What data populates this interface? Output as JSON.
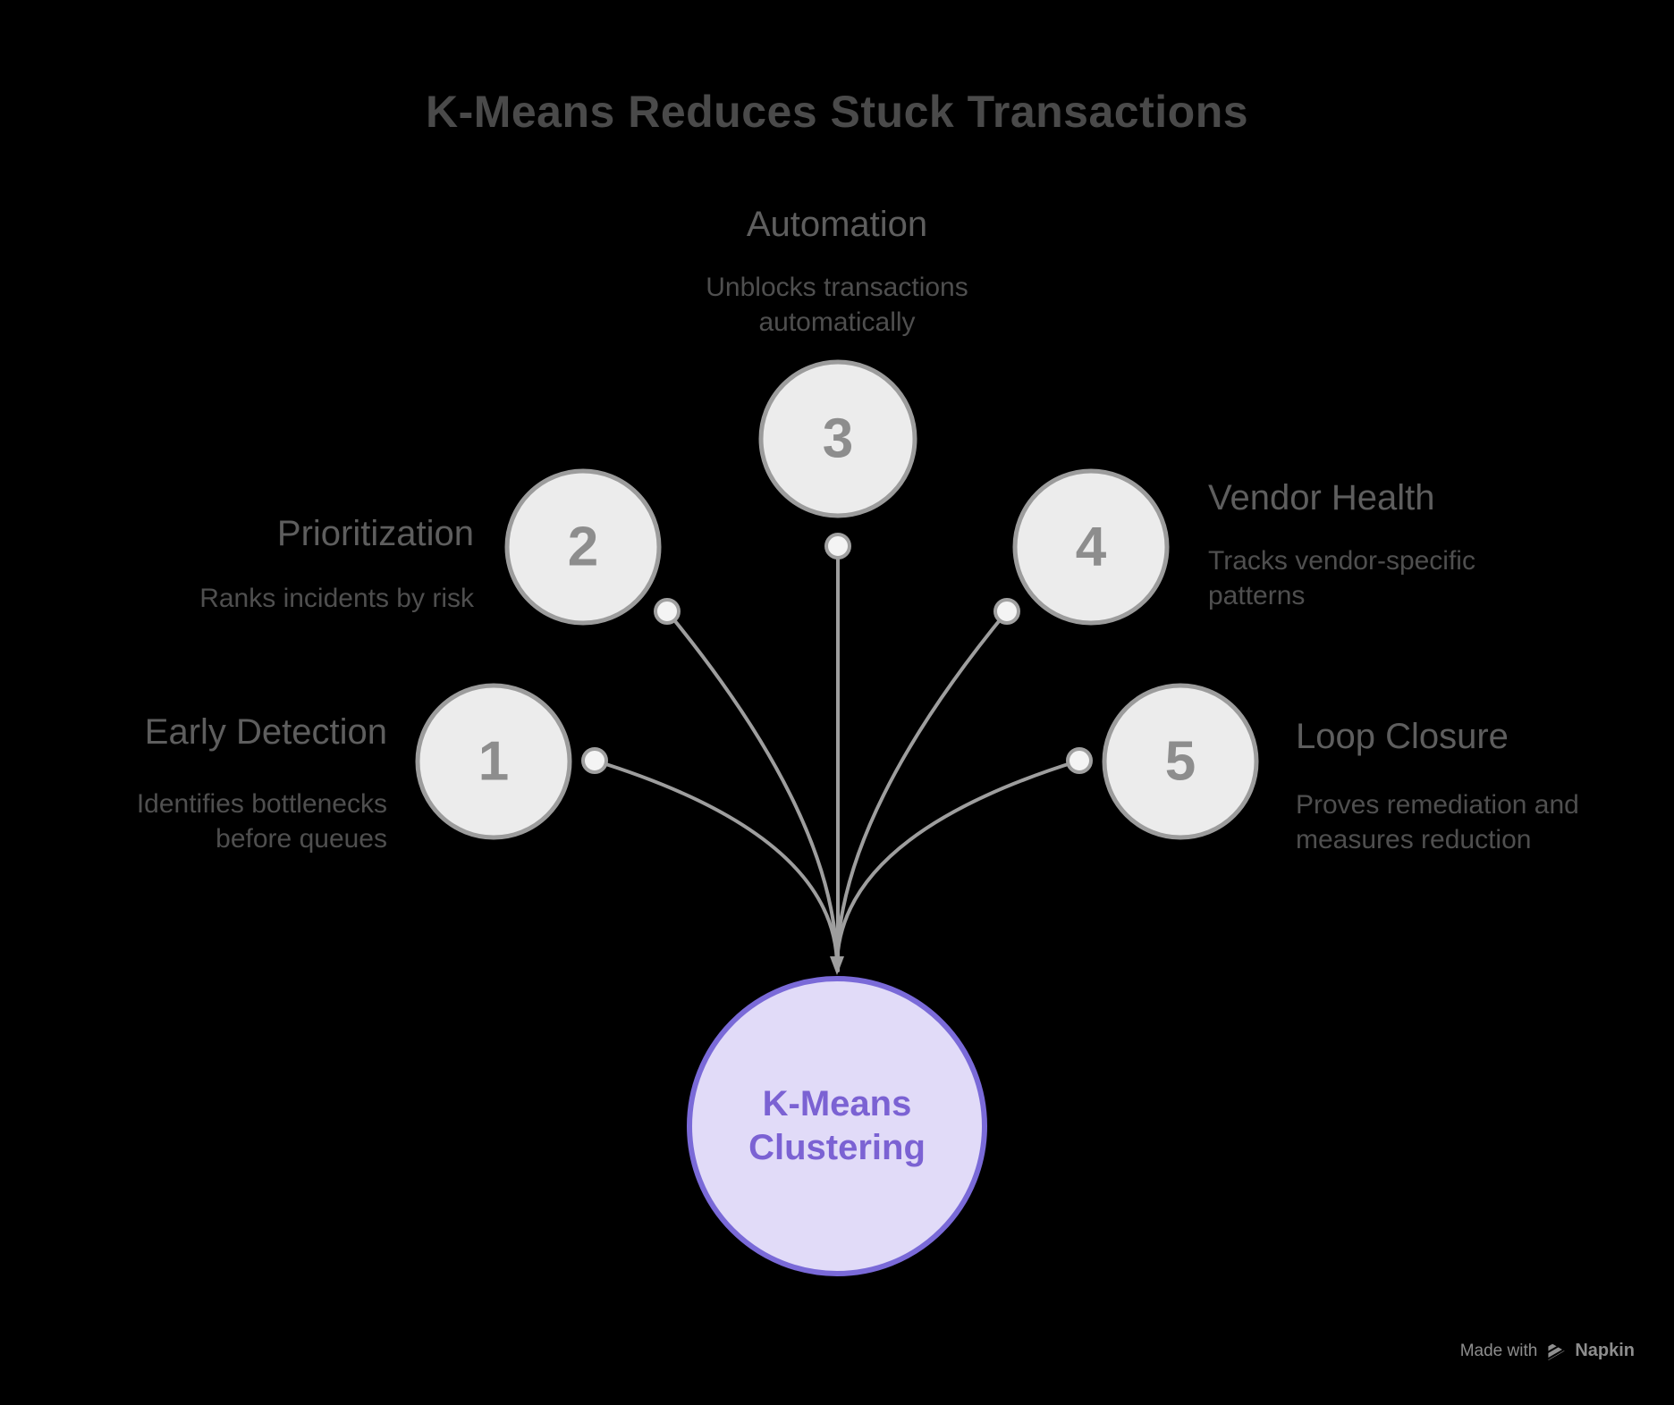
{
  "title": "K-Means Reduces Stuck Transactions",
  "items": [
    {
      "number": "1",
      "heading": "Early Detection",
      "description": "Identifies bottlenecks before queues"
    },
    {
      "number": "2",
      "heading": "Prioritization",
      "description": "Ranks incidents by risk"
    },
    {
      "number": "3",
      "heading": "Automation",
      "description": "Unblocks transactions automatically"
    },
    {
      "number": "4",
      "heading": "Vendor Health",
      "description": "Tracks vendor-specific patterns"
    },
    {
      "number": "5",
      "heading": "Loop Closure",
      "description": "Proves remediation and measures reduction"
    }
  ],
  "center": {
    "label": "K-Means Clustering"
  },
  "credit": {
    "made_with": "Made with",
    "brand": "Napkin"
  },
  "colors": {
    "background": "#000000",
    "title_text": "#4a4a4a",
    "heading_text": "#5e5e5e",
    "body_text": "#4f4f4f",
    "node_fill": "#ececec",
    "node_stroke": "#9c9c9c",
    "node_number": "#8d8d8d",
    "connector": "#9e9e9e",
    "center_fill": "#e1dbf8",
    "center_stroke": "#7a6ad8",
    "center_text": "#7b62d3",
    "credit_text": "#8d8d8d"
  }
}
